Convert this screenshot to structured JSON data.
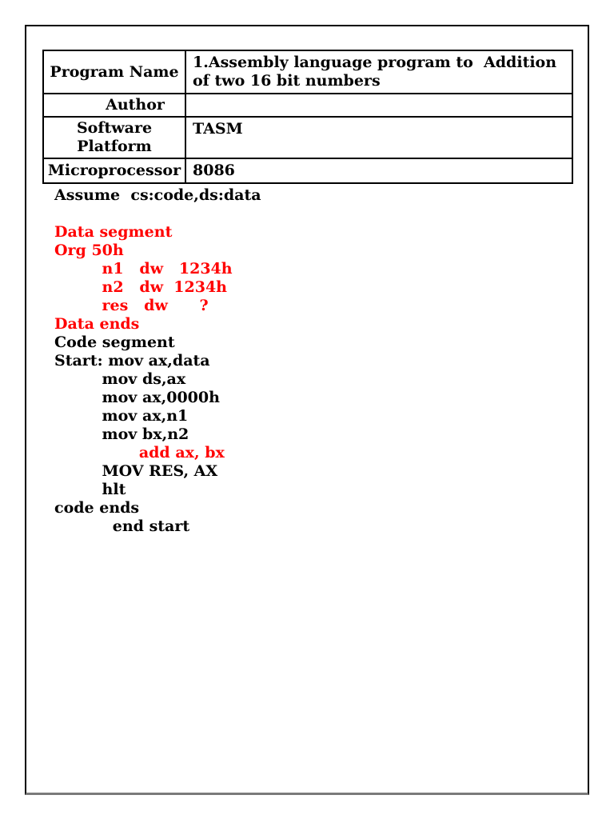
{
  "page": {
    "background": "#ffffff",
    "border_color": "#000000",
    "border_bottom_color": "#7a7a7a"
  },
  "colors": {
    "black": "#000000",
    "red": "#ff0000"
  },
  "info_table": {
    "rows": [
      {
        "label": "Program Name",
        "value": "1.Assembly language program to  Addition\nof two 16 bit numbers"
      },
      {
        "label": "Author",
        "value": ""
      },
      {
        "label": "Software Platform",
        "value": "TASM"
      },
      {
        "label": "Microprocessor",
        "value": "8086"
      }
    ]
  },
  "code": {
    "lines": [
      {
        "text": "Assume  cs:code,ds:data",
        "color": "black"
      },
      {
        "text": "",
        "color": "black"
      },
      {
        "text": "Data segment",
        "color": "red"
      },
      {
        "text": "Org 50h",
        "color": "red"
      },
      {
        "text": "         n1   dw   1234h",
        "color": "red"
      },
      {
        "text": "         n2   dw  1234h",
        "color": "red"
      },
      {
        "text": "         res   dw      ?",
        "color": "red"
      },
      {
        "text": "Data ends",
        "color": "red"
      },
      {
        "text": "Code segment",
        "color": "black"
      },
      {
        "text": "Start: mov ax,data",
        "color": "black"
      },
      {
        "text": "         mov ds,ax",
        "color": "black"
      },
      {
        "text": "         mov ax,0000h",
        "color": "black"
      },
      {
        "text": "         mov ax,n1",
        "color": "black"
      },
      {
        "text": "         mov bx,n2",
        "color": "black"
      },
      {
        "text": "                add ax, bx",
        "color": "red"
      },
      {
        "text": "         MOV RES, AX",
        "color": "black"
      },
      {
        "text": "         hlt",
        "color": "black"
      },
      {
        "text": "code ends",
        "color": "black"
      },
      {
        "text": "           end start",
        "color": "black"
      }
    ]
  }
}
